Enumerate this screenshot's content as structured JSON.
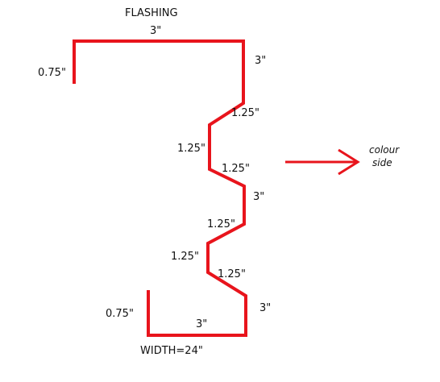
{
  "title": "FLASHING",
  "dimensions": {
    "top_width": "3\"",
    "left_lip": "0.75\"",
    "right_drop_1": "3\"",
    "step_1": "1.25\"",
    "step_2": "1.25\"",
    "step_3": "1.25\"",
    "right_drop_2": "3\"",
    "step_4": "1.25\"",
    "step_5": "1.25\"",
    "step_6": "1.25\"",
    "right_drop_3": "3\"",
    "bottom_lip": "0.75\"",
    "bottom_width": "3\""
  },
  "width_label": "WIDTH=24\"",
  "colour_note": {
    "line1": "colour",
    "line2": "side"
  },
  "colors": {
    "profile": "#e8141c",
    "text": "#111111"
  }
}
